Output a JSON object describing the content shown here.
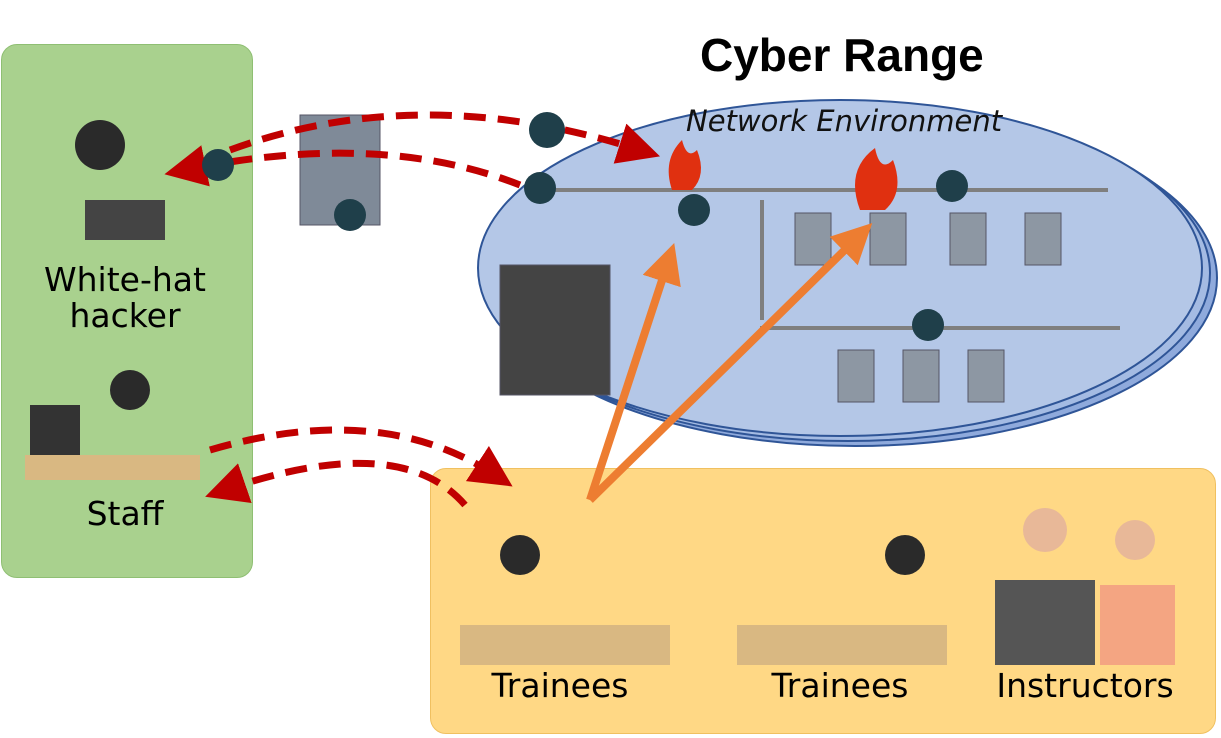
{
  "title": "Cyber Range",
  "network_label": "Network Environment",
  "groups": {
    "left": {
      "labels": [
        "White-hat hacker",
        "Staff"
      ]
    },
    "bottom": {
      "labels": [
        "Trainees",
        "Trainees",
        "Instructors"
      ]
    }
  },
  "colors": {
    "attack_arrow": "#c00000",
    "training_arrow": "#ed7d31",
    "left_panel": "#a9d18e",
    "bottom_panel": "#ffd885",
    "network": "#b4c7e7"
  }
}
